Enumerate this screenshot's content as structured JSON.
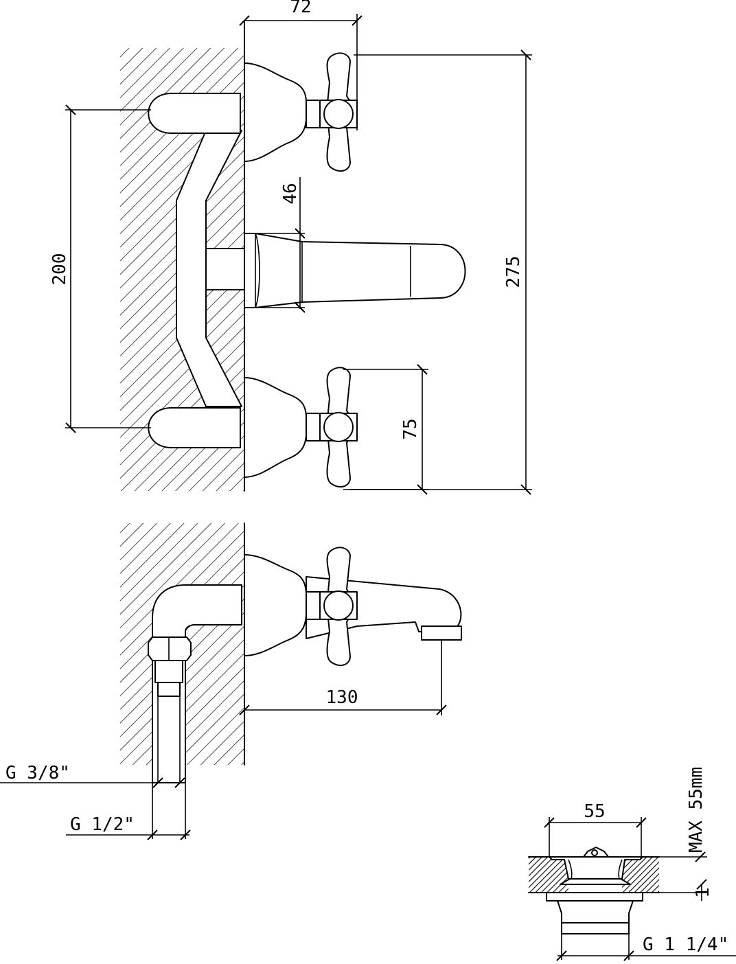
{
  "dimensions": {
    "width_top": "72",
    "height_total": "275",
    "inlet_spacing": "200",
    "spout_height": "46",
    "handle_height": "75",
    "spout_projection": "130",
    "thread_inner": "G 3/8\"",
    "thread_outer": "G 1/2\"",
    "drain_width": "55",
    "drain_max": "MAX 55mm",
    "drain_thread": "G 1 1/4\"",
    "drain_step": "1"
  }
}
